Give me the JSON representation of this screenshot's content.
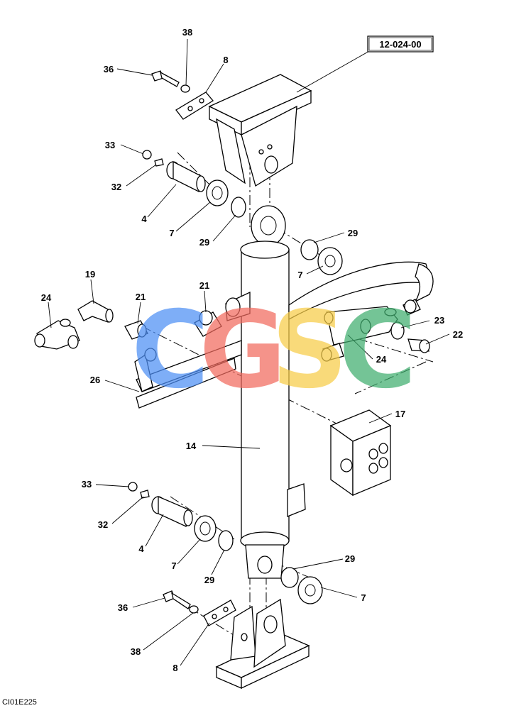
{
  "diagram": {
    "reference_code": "12-024-00",
    "drawing_code": "CI01E225",
    "watermark": {
      "letters": [
        {
          "text": "C",
          "color": "#4d8ff5"
        },
        {
          "text": "G",
          "color": "#f26a5e"
        },
        {
          "text": "S",
          "color": "#f7cd48"
        },
        {
          "text": "C",
          "color": "#3fae6e"
        }
      ]
    },
    "callouts": [
      {
        "id": "36a",
        "text": "36"
      },
      {
        "id": "38a",
        "text": "38"
      },
      {
        "id": "8a",
        "text": "8"
      },
      {
        "id": "33a",
        "text": "33"
      },
      {
        "id": "32a",
        "text": "32"
      },
      {
        "id": "4a",
        "text": "4"
      },
      {
        "id": "7a",
        "text": "7"
      },
      {
        "id": "29a",
        "text": "29"
      },
      {
        "id": "29b",
        "text": "29"
      },
      {
        "id": "7b",
        "text": "7"
      },
      {
        "id": "19",
        "text": "19"
      },
      {
        "id": "24a",
        "text": "24"
      },
      {
        "id": "21a",
        "text": "21"
      },
      {
        "id": "21b",
        "text": "21"
      },
      {
        "id": "23",
        "text": "23"
      },
      {
        "id": "22",
        "text": "22"
      },
      {
        "id": "24b",
        "text": "24"
      },
      {
        "id": "26",
        "text": "26"
      },
      {
        "id": "17",
        "text": "17"
      },
      {
        "id": "14",
        "text": "14"
      },
      {
        "id": "33b",
        "text": "33"
      },
      {
        "id": "32b",
        "text": "32"
      },
      {
        "id": "4b",
        "text": "4"
      },
      {
        "id": "7c",
        "text": "7"
      },
      {
        "id": "29c",
        "text": "29"
      },
      {
        "id": "29d",
        "text": "29"
      },
      {
        "id": "7d",
        "text": "7"
      },
      {
        "id": "36b",
        "text": "36"
      },
      {
        "id": "38b",
        "text": "38"
      },
      {
        "id": "8b",
        "text": "8"
      }
    ]
  }
}
